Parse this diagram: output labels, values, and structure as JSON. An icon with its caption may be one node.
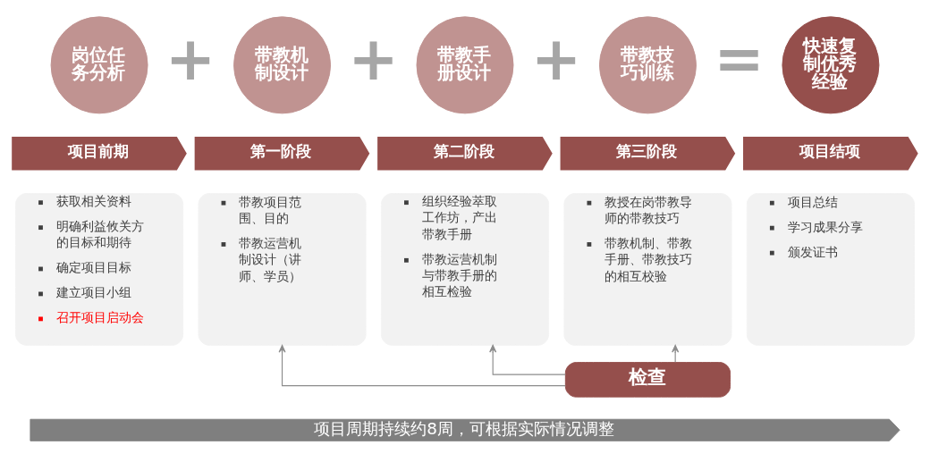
{
  "diagram": {
    "nodes": [
      {
        "text": [
          "岗位任务分析"
        ]
      },
      {
        "text": [
          "带教机制设计"
        ]
      },
      {
        "text": [
          "带教手册设计"
        ]
      },
      {
        "text": [
          "带教技巧训练"
        ]
      },
      {
        "text": [
          "快速复制优秀经验"
        ]
      },
      {
        "text": [
          "项目前期"
        ]
      },
      {
        "text": [
          "第一阶段"
        ]
      },
      {
        "text": [
          "第二阶段"
        ]
      },
      {
        "text": [
          "第三阶段"
        ]
      },
      {
        "text": [
          "项目结项"
        ]
      },
      {
        "text": [
          "获取相关资料",
          "明确利益攸关方的目标和期待",
          "确定项目目标",
          "建立项目小组",
          "召开项目启动会"
        ]
      },
      {
        "text": [
          "带教项目范围、目的",
          "带教运营机制设计（讲师、学员）"
        ]
      },
      {
        "text": [
          "组织经验萃取工作坊，产出带教手册",
          "带教运营机制与带教手册的相互检验"
        ]
      },
      {
        "text": [
          "教授在岗带教导师的带教技巧",
          "带教机制、带教手册、带教技巧的相互校验"
        ]
      },
      {
        "text": [
          "项目总结",
          "学习成果分享",
          "颁发证书"
        ]
      },
      {
        "text": [
          "检查"
        ]
      },
      {
        "text": [
          "项目周期持续约8周，可根据实际情况调整"
        ]
      }
    ],
    "edges": [
      {
        "from": 15,
        "to": 13,
        "arrow": "to"
      },
      {
        "from": 15,
        "to": 12,
        "arrow": "to"
      },
      {
        "from": 15,
        "to": 11,
        "arrow": "to"
      }
    ],
    "labels": [
      "+",
      "+",
      "+",
      "="
    ]
  }
}
